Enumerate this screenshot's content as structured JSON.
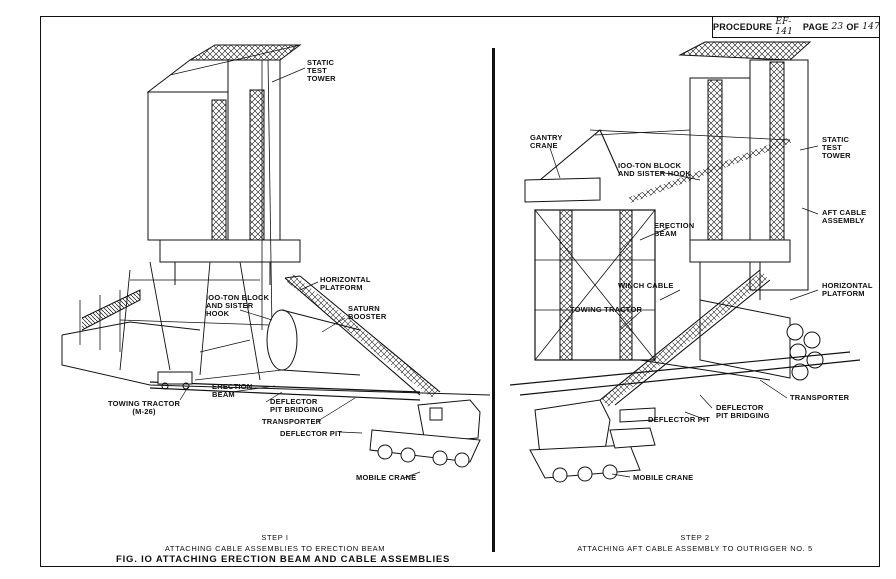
{
  "header": {
    "procedure_label": "PROCEDURE",
    "procedure_number": "EF-141",
    "page_label": "PAGE",
    "page_number": "23",
    "of_label": "OF",
    "page_total": "147"
  },
  "step1": {
    "labels": {
      "static_test_tower": "STATIC\nTEST\nTOWER",
      "horizontal_platform": "HORIZONTAL\nPLATFORM",
      "block_hook": "IOO-TON BLOCK\nAND SISTER\nHOOK",
      "saturn_booster": "SATURN\nBOOSTER",
      "erection_beam": "ERECTION\nBEAM",
      "towing_tractor": "TOWING TRACTOR\n(M-26)",
      "deflector_pit_bridging": "DEFLECTOR\nPIT BRIDGING",
      "transporter": "TRANSPORTER",
      "deflector_pit": "DEFLECTOR PIT",
      "mobile_crane": "MOBILE CRANE"
    },
    "caption_step": "STEP I",
    "caption_text": "ATTACHING CABLE ASSEMBLIES TO ERECTION BEAM",
    "figure_title": "FIG. IO   ATTACHING  ERECTION  BEAM  AND  CABLE  ASSEMBLIES"
  },
  "step2": {
    "labels": {
      "gantry_crane": "GANTRY\nCRANE",
      "block_hook": "IOO-TON BLOCK\nAND SISTER HOOK",
      "static_test_tower": "STATIC\nTEST\nTOWER",
      "erection_beam": "ERECTION\nBEAM",
      "aft_cable_assembly": "AFT CABLE\nASSEMBLY",
      "winch_cable": "WINCH CABLE",
      "towing_tractor": "TOWING TRACTOR",
      "horizontal_platform": "HORIZONTAL\nPLATFORM",
      "transporter": "TRANSPORTER",
      "deflector_pit_bridging": "DEFLECTOR\nPIT BRIDGING",
      "deflector_pit": "DEFLECTOR PIT",
      "mobile_crane": "MOBILE CRANE"
    },
    "caption_step": "STEP 2",
    "caption_text": "ATTACHING AFT CABLE ASSEMBLY TO OUTRIGGER NO. 5"
  }
}
